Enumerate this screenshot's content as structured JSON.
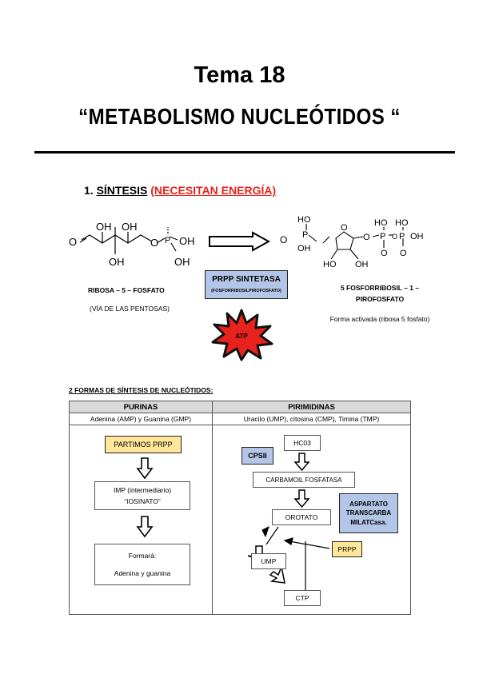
{
  "header": {
    "title": "Tema 18",
    "subtitle": "“METABOLISMO NUCLEÓTIDOS “"
  },
  "section1": {
    "number": "1.",
    "label": "SÍNTESIS",
    "note": "(NECESITAN ENERGÍA)",
    "left_molecule": {
      "name": "RIBOSA – 5 – FOSFATO",
      "source": "(VÍA DE LAS PENTOSAS)",
      "atoms": {
        "o": "O",
        "oh1": "OH",
        "oh2": "OH",
        "oh3": "OH",
        "o_link": "O",
        "p": "P",
        "oh4": "OH",
        "oh5": "OH"
      }
    },
    "enzyme": {
      "name": "PRPP SINTETASA",
      "full": "(FOSFORRIBOSILPIROFOSFATO)"
    },
    "energy": "ATP",
    "right_molecule": {
      "name_line1": "5 FOSFORRIBOSIL – 1 –",
      "name_line2": "PIROFOSFATO",
      "description": "Forma activada (ribosa 5 fosfato)",
      "atoms": {
        "p1": "P",
        "ho1": "HO",
        "o1": "O",
        "oh1": "OH",
        "o_ring": "O",
        "ho2": "HO",
        "oh2": "OH",
        "o2": "O",
        "ho3": "HO",
        "p2": "P",
        "o3": "O",
        "ho4": "HO",
        "p3": "P",
        "oh3": "OH",
        "o4": "O",
        "o5": "O"
      }
    }
  },
  "section2": {
    "title": "2 FORMAS DE SÍNTESIS DE NUCLEÓTIDOS:",
    "purinas": {
      "header": "PURINAS",
      "sub": "Adenina (AMP) y Guanina (GMP)",
      "step1": "PARTIMOS PRPP",
      "step2_line1": "IMP (intermediario)",
      "step2_line2": "“IOSINATO”",
      "step3_line1": "Formará:",
      "step3_line2": "Adenina y guanina"
    },
    "pirimidinas": {
      "header": "PIRIMIDINAS",
      "sub": "Uracilo (UMP), citosina (CMP), Timina (TMP)",
      "cpsii": "CPSII",
      "hco3": "HC03",
      "carbamoil": "CARBAMOIL FOSFATASA",
      "aspartato_line1": "ASPARTATO",
      "aspartato_line2": "TRANSCARBA",
      "aspartato_line3": "MILATCasa.",
      "orotato": "OROTATO",
      "prpp": "PRPP",
      "ump": "UMP",
      "ctp": "CTP"
    }
  }
}
